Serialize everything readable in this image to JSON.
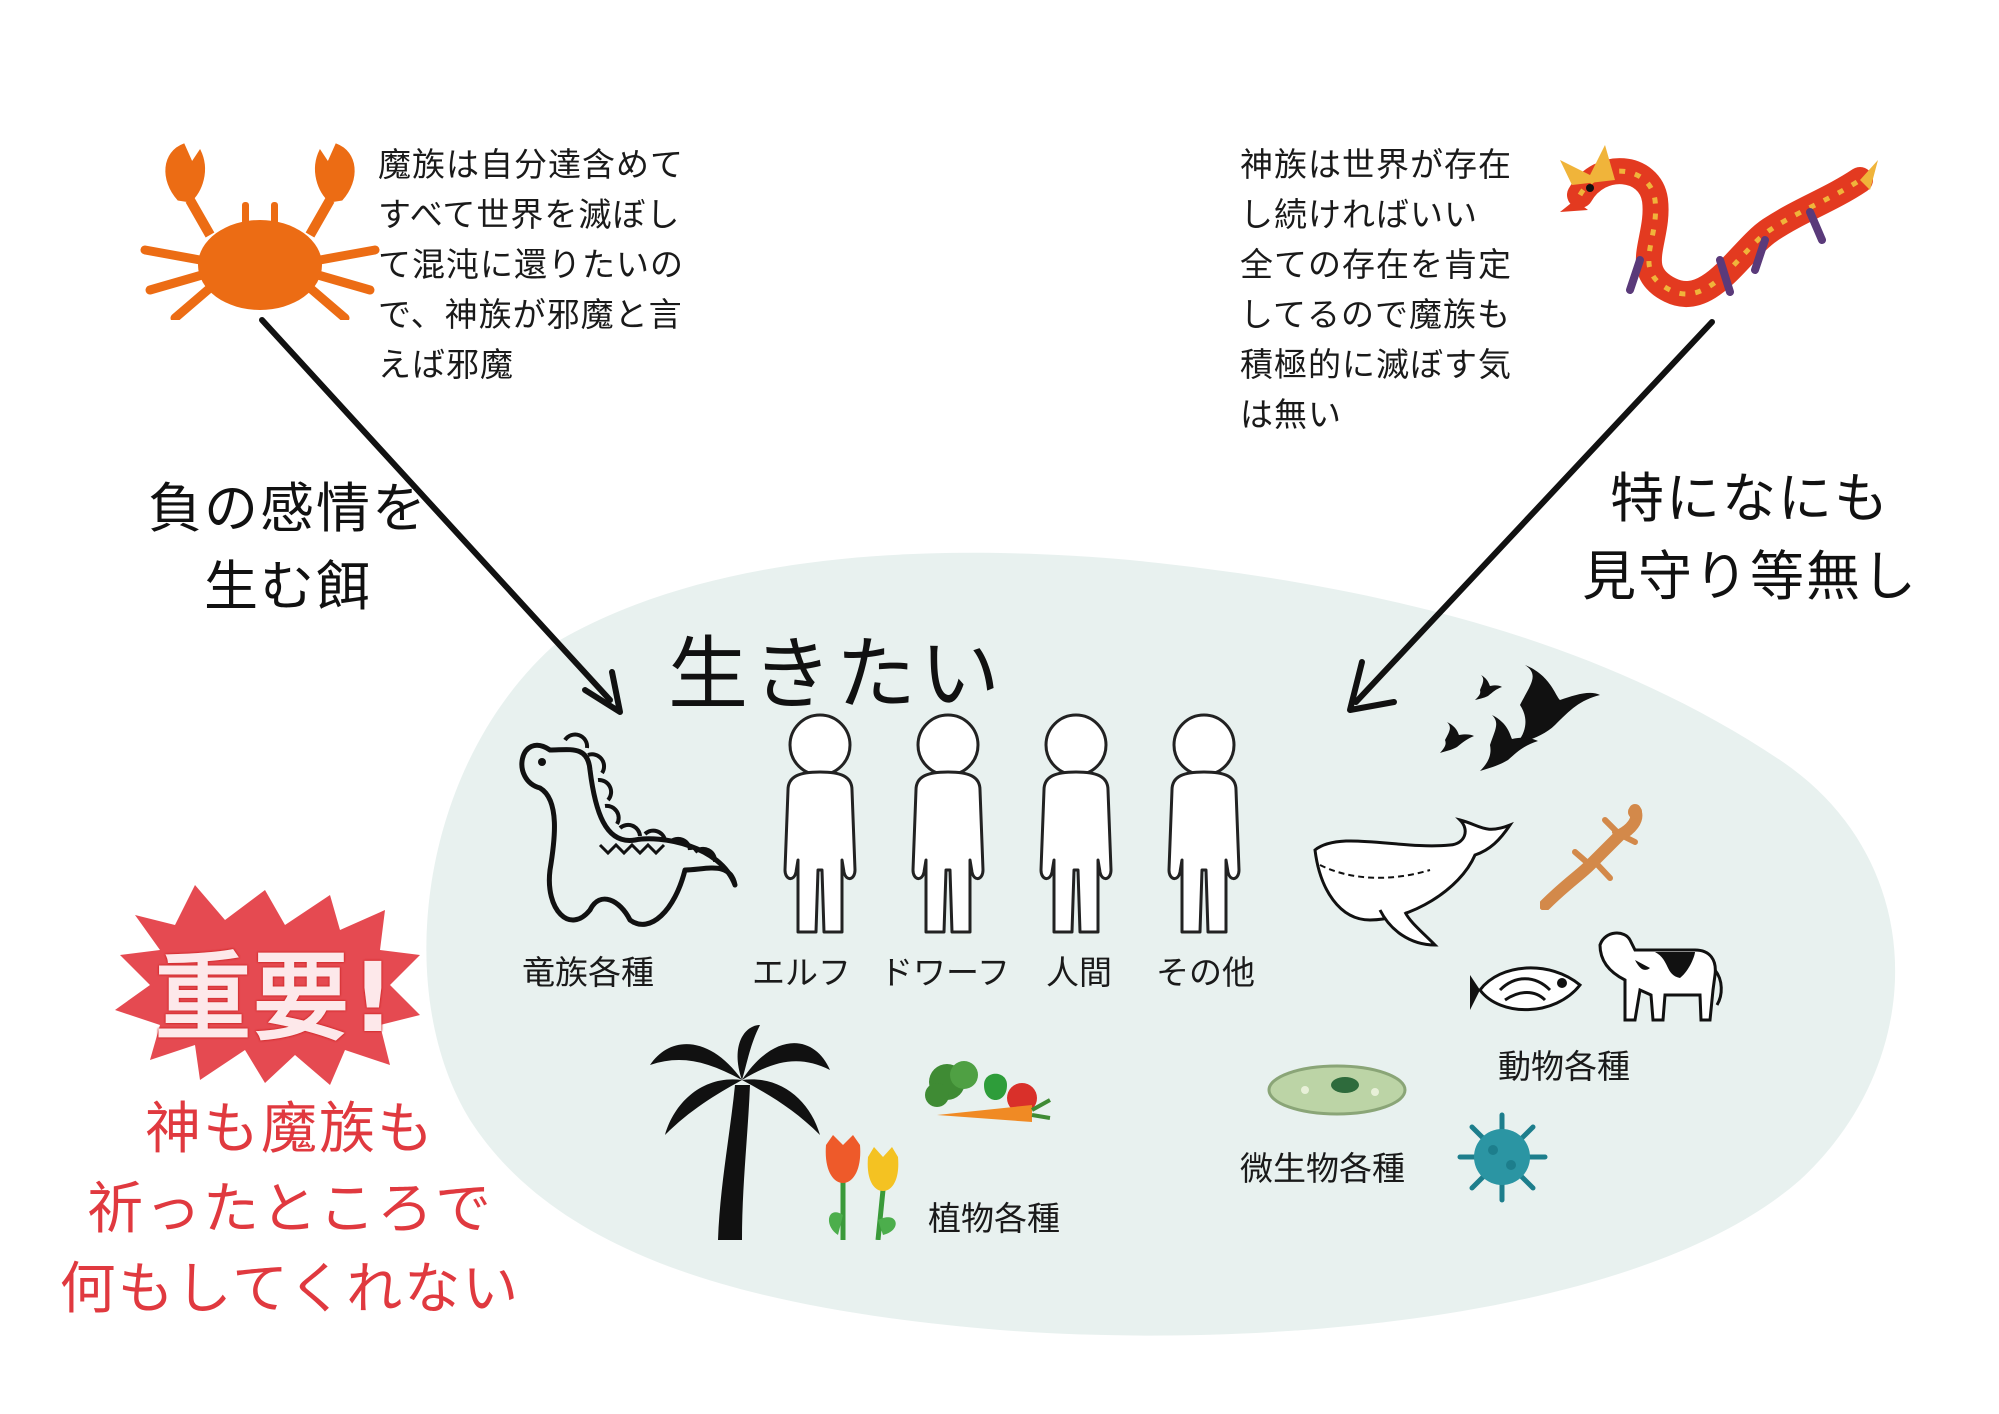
{
  "colors": {
    "blob": "#e8f1ef",
    "crab": "#ec6c14",
    "dragon_body": "#e33a20",
    "dragon_gold": "#f0b43a",
    "warning_red": "#e0393f",
    "badge_red": "#e54a51",
    "arrow": "#111111"
  },
  "demon_side": {
    "icon": "crab-icon",
    "description": "魔族は自分達含めて\nすべて世界を滅ぼし\nて混沌に還りたいの\nで、神族が邪魔と言\nえば邪魔",
    "arrow_label": "負の感情を\n生む餌"
  },
  "god_side": {
    "icon": "dragon-icon",
    "description": "神族は世界が存在\nし続ければいい\n全ての存在を肯定\nしてるので魔族も\n積極的に滅ぼす気\nは無い",
    "arrow_label": "特になにも\n見守り等無し"
  },
  "world": {
    "title": "生きたい",
    "races": [
      {
        "label": "竜族各種",
        "icon": "dinosaur-icon"
      },
      {
        "label": "エルフ",
        "icon": "person-icon"
      },
      {
        "label": "ドワーフ",
        "icon": "person-icon"
      },
      {
        "label": "人間",
        "icon": "person-icon"
      },
      {
        "label": "その他",
        "icon": "person-icon"
      }
    ],
    "animals_label": "動物各種",
    "microbes_label": "微生物各種",
    "plants_label": "植物各種"
  },
  "warning": {
    "badge": "重要!",
    "text": "神も魔族も\n祈ったところで\n何もしてくれない"
  }
}
